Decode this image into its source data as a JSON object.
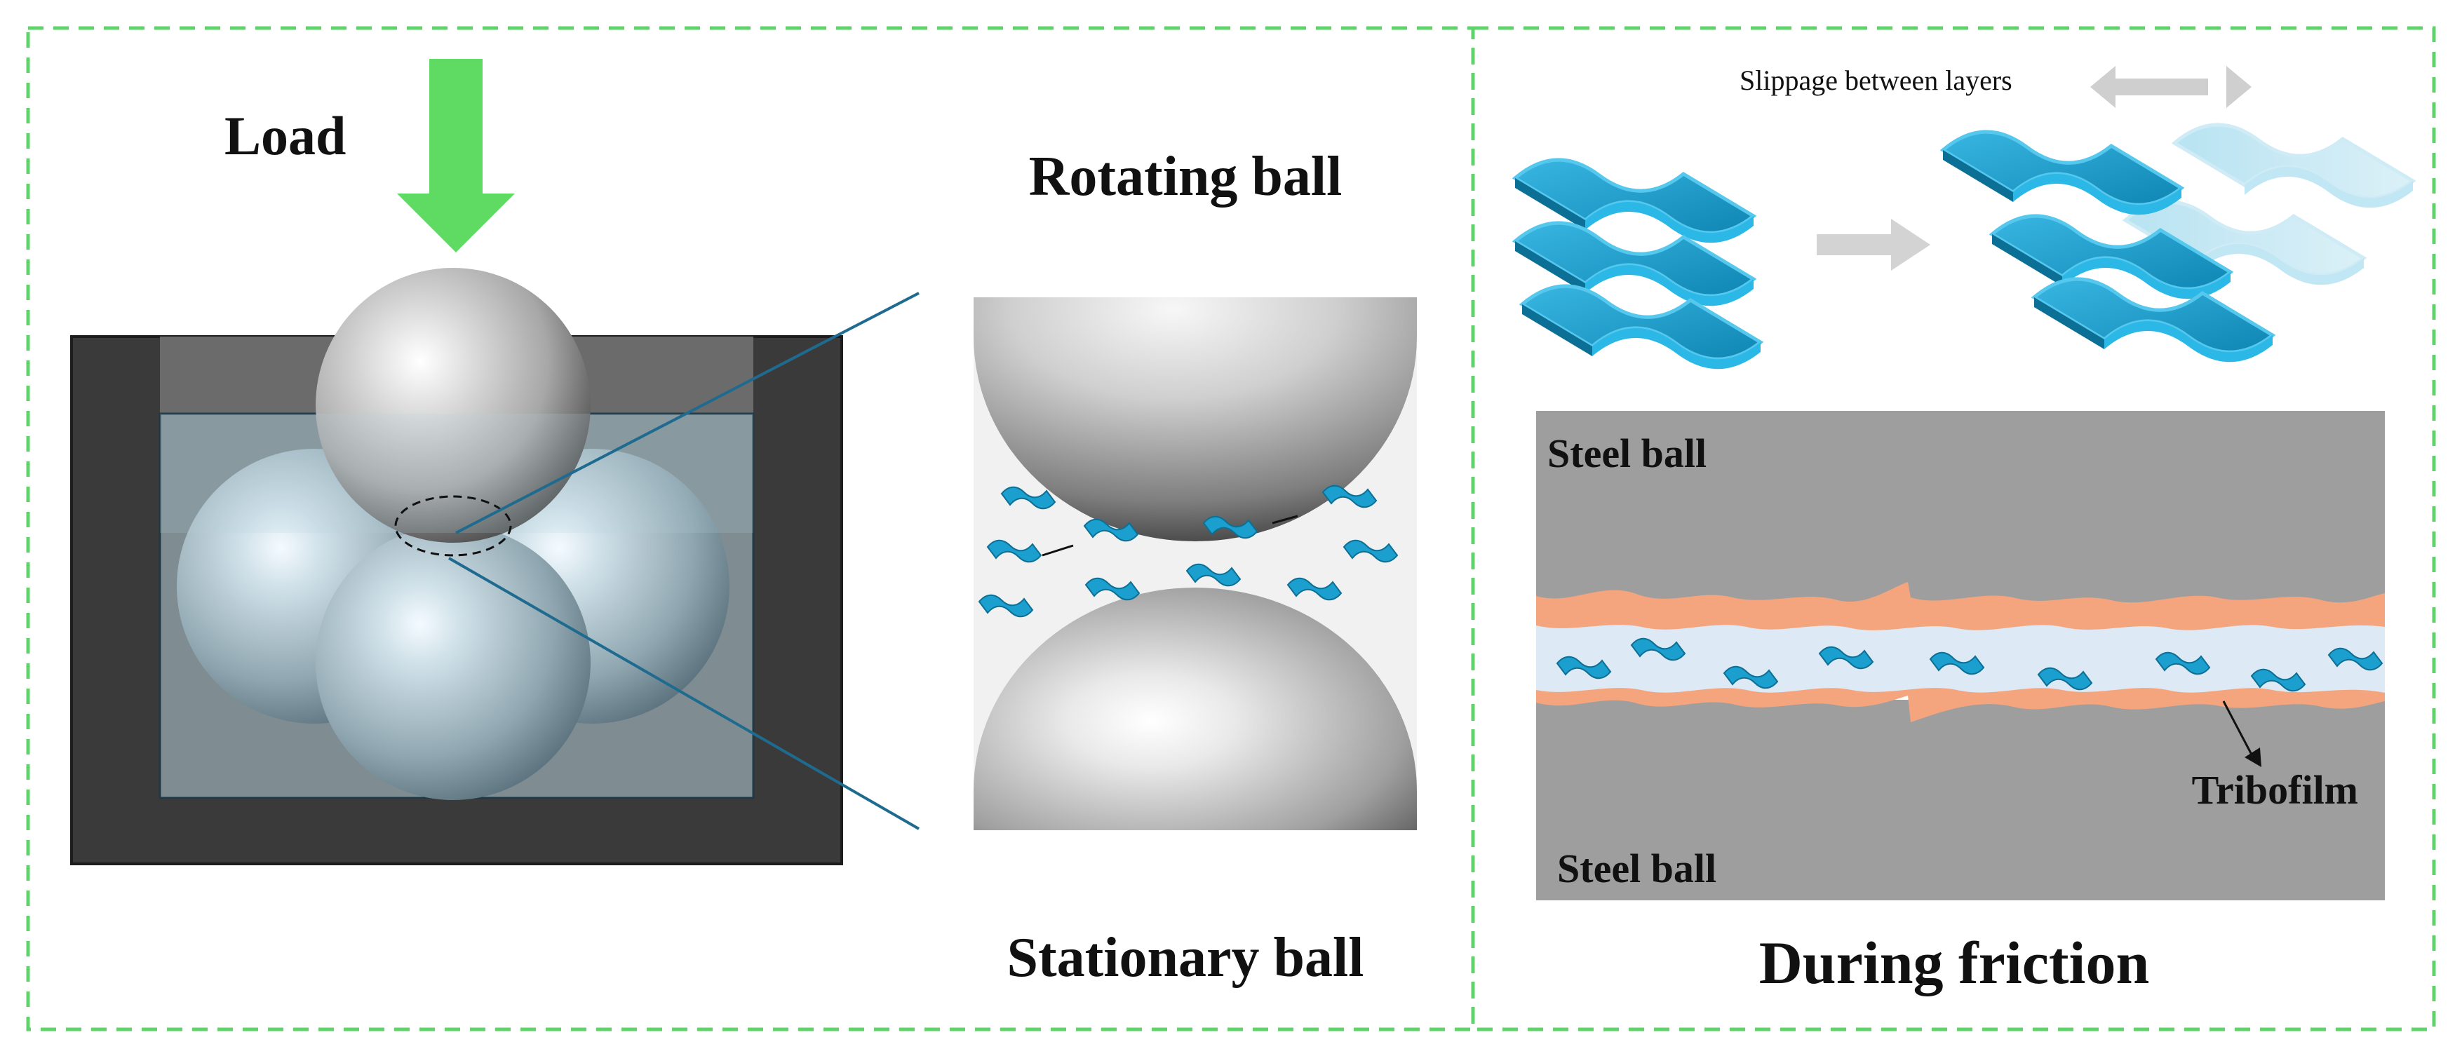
{
  "labels": {
    "load": "Load",
    "rotating_ball": "Rotating ball",
    "stationary_ball": "Stationary ball",
    "slippage": "Slippage between layers",
    "steel_ball_top": "Steel ball",
    "steel_ball_bottom": "Steel ball",
    "tribofilm": "Tribofilm",
    "during_friction": "During friction"
  },
  "colors": {
    "panel_border": "#5fd36a",
    "load_arrow": "#5fdb64",
    "cup_outer": "#3a3a3a",
    "oil": "#7f8d93",
    "layer_blue": "#1aa3d0",
    "tribofilm_orange": "#f4a57e",
    "lubricant_blue": "#dde9f4",
    "steel_gray": "#9e9e9e",
    "grey_arrow": "#cfcfcf",
    "zoom_line": "#1f6b8f"
  },
  "icons": {
    "load_arrow": "down-arrow-icon",
    "slippage_arrow": "double-arrow-icon",
    "transition_arrow": "right-arrow-icon"
  }
}
